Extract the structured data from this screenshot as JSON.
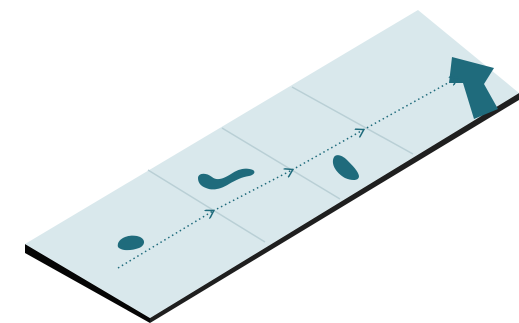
{
  "diagram": {
    "panel_count": 4,
    "colors": {
      "background": "#ffffff",
      "panel_top": "#d9e8ec",
      "panel_divider": "#b9cfd5",
      "panel_edge_front": "#050505",
      "panel_edge_side": "#1f1f1f",
      "blob": "#1f6b7c",
      "arrow": "#1f6b7c"
    },
    "arrow_style": "dotted",
    "shapes": [
      {
        "panel": 1,
        "shape_type": "rounded-blob"
      },
      {
        "panel": 2,
        "shape_type": "curved-worm"
      },
      {
        "panel": 3,
        "shape_type": "tilted-oval"
      },
      {
        "panel": 4,
        "shape_type": "angular-polygon"
      }
    ]
  }
}
